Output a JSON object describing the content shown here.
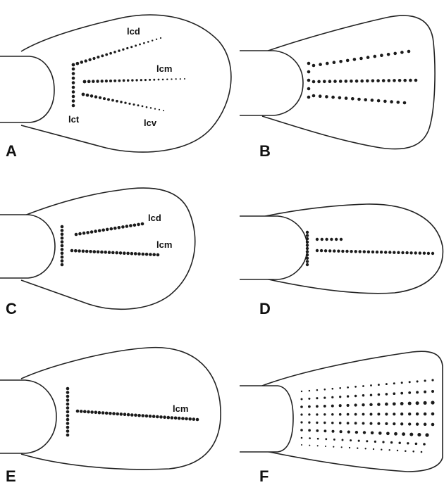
{
  "panels": [
    {
      "letter": "A",
      "labels": {
        "lcd": "lcd",
        "lcm": "lcm",
        "lct": "lct",
        "lcv": "lcv"
      }
    },
    {
      "letter": "B"
    },
    {
      "letter": "C",
      "labels": {
        "lcd": "lcd",
        "lcm": "lcm"
      }
    },
    {
      "letter": "D"
    },
    {
      "letter": "E",
      "labels": {
        "lcm": "lcm"
      }
    },
    {
      "letter": "F"
    }
  ]
}
